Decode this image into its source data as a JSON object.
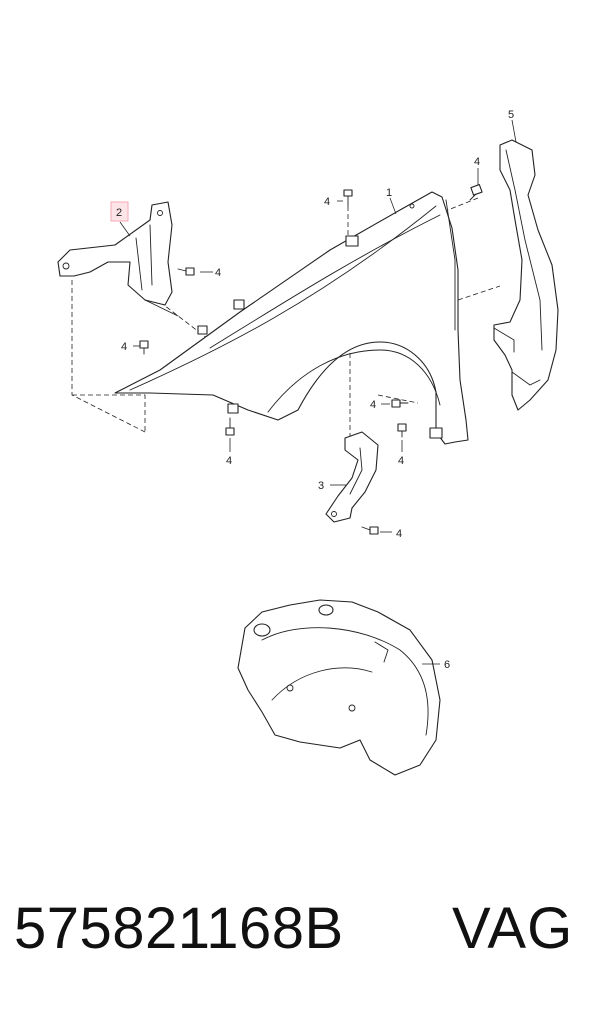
{
  "callouts": {
    "fender": "1",
    "front_bracket": "2",
    "rear_bracket": "3",
    "bolt": "4",
    "seal": "5",
    "wheel_liner": "6"
  },
  "highlight_color": "#f4aab4",
  "footer": {
    "part_number": "575821168B",
    "brand": "VAG"
  }
}
